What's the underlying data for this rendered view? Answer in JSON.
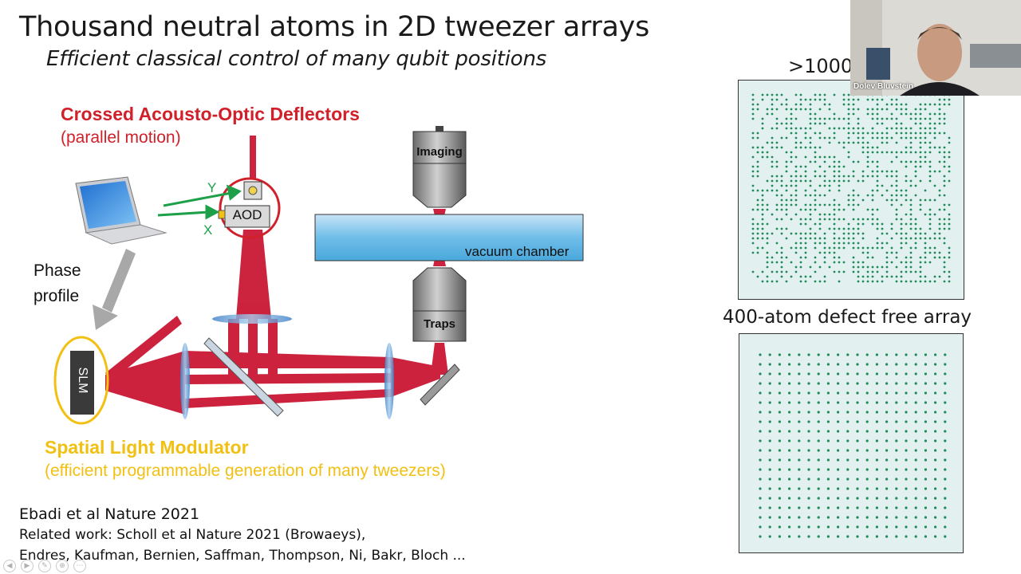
{
  "slide": {
    "title": "Thousand neutral atoms in 2D tweezer arrays",
    "subtitle": "Efficient classical control of many qubit positions"
  },
  "diagram": {
    "aod_heading": "Crossed Acousto-Optic Deflectors",
    "aod_sub": "(parallel motion)",
    "aod_box": "AOD",
    "y_label": "Y",
    "x_label": "X",
    "phase_profile": [
      "Phase",
      "profile"
    ],
    "slm_box": "SLM",
    "slm_heading": "Spatial Light Modulator",
    "slm_sub": "(efficient programmable generation of many tweezers)",
    "imaging_label": "Imaging",
    "traps_label": "Traps",
    "vacuum_label": "vacuum chamber",
    "colors": {
      "beam": "#c8102e",
      "accent_red": "#d0202a",
      "accent_yellow": "#f2c012",
      "arrow_green": "#1ea04a",
      "chamber": "#5ab4e6"
    }
  },
  "references": {
    "line1": "Ebadi et al Nature 2021",
    "line2": "Related work: Scholl et al Nature 2021 (Browaeys),",
    "line3": "Endres, Kaufman, Bernien, Saffman, Thompson, Ni, Bakr, Bloch ..."
  },
  "right_panel": {
    "count_label": ">1000",
    "array_label": "400-atom defect free array",
    "atom_color": "#1e8a5a"
  },
  "webcam": {
    "name": "Dolev Bluvstein"
  },
  "toolbar": {
    "icons": [
      "back-icon",
      "forward-icon",
      "pen-icon",
      "zoom-icon",
      "menu-icon"
    ]
  }
}
